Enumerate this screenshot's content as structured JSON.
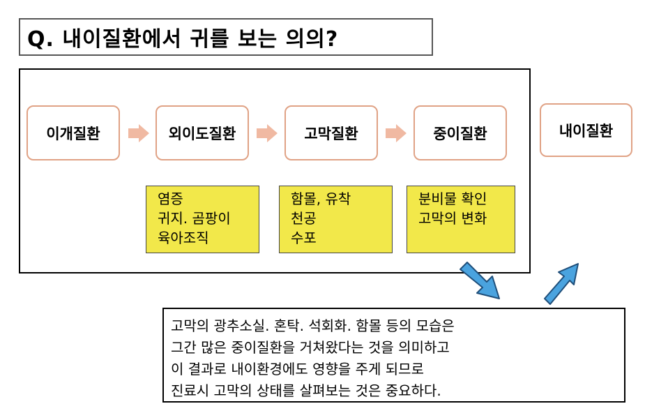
{
  "title": "Q.  내이질환에서 귀를 보는 의의?",
  "stages": [
    {
      "label": "이개질환"
    },
    {
      "label": "외이도질환"
    },
    {
      "label": "고막질환"
    },
    {
      "label": "중이질환"
    },
    {
      "label": "내이질환"
    }
  ],
  "notes": [
    {
      "lines": [
        "염증",
        "귀지. 곰팡이",
        "육아조직"
      ]
    },
    {
      "lines": [
        "함몰, 유착",
        "천공",
        "수포"
      ]
    },
    {
      "lines": [
        "분비물 확인",
        "고막의 변화"
      ]
    }
  ],
  "summary": {
    "lines": [
      "고막의 광추소실. 혼탁. 석회화. 함몰 등의 모습은",
      "그간 많은 중이질환을 거쳐왔다는 것을 의미하고",
      "이 결과로 내이환경에도 영향을 주게 되므로",
      "진료시 고막의 상태를 살펴보는 것은 중요하다."
    ]
  },
  "colors": {
    "stage_border": "#e0a285",
    "arrow": "#f0b9a2",
    "note_fill": "#f2e84a",
    "block_arrow_fill": "#4aa3df",
    "block_arrow_stroke": "#1f4e79"
  },
  "icons": {
    "flow_arrow": "right-arrow-icon",
    "down_arrow": "down-right-block-arrow-icon",
    "up_arrow": "up-right-block-arrow-icon"
  }
}
